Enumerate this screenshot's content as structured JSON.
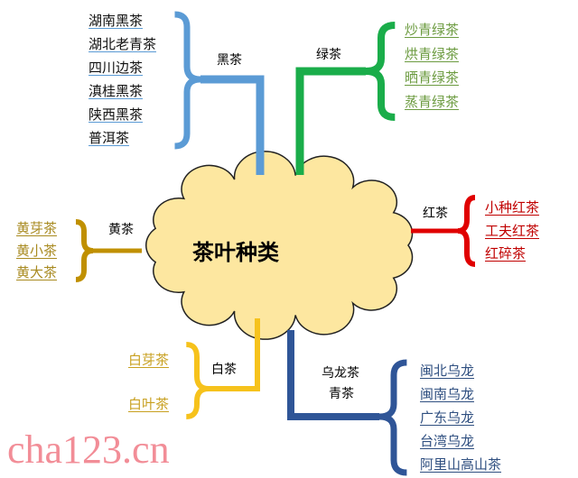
{
  "watermark": "cha123.cn",
  "center": "茶叶种类",
  "groups": {
    "black": {
      "label": "黑茶",
      "color": "#5b9bd5",
      "item_color": "#111111",
      "items": [
        "湖南黑茶",
        "湖北老青茶",
        "四川边茶",
        "滇桂黑茶",
        "陕西黑茶",
        "普洱茶"
      ]
    },
    "green": {
      "label": "绿茶",
      "color": "#1aad4a",
      "item_color": "#6c9b40",
      "items": [
        "炒青绿茶",
        "烘青绿茶",
        "晒青绿茶",
        "蒸青绿茶"
      ]
    },
    "red": {
      "label": "红茶",
      "color": "#e00000",
      "item_color": "#c00000",
      "items": [
        "小种红茶",
        "工夫红茶",
        "红碎茶"
      ]
    },
    "yellow": {
      "label": "黄茶",
      "color": "#c09000",
      "item_color": "#a88a20",
      "items": [
        "黄芽茶",
        "黄小茶",
        "黄大茶"
      ]
    },
    "white": {
      "label": "白茶",
      "color": "#f6c21c",
      "item_color": "#c8a020",
      "items": [
        "白芽茶",
        "白叶茶"
      ]
    },
    "oolong": {
      "label": "乌龙茶",
      "label2": "青茶",
      "color": "#2f5597",
      "item_color": "#2f4f80",
      "items": [
        "闽北乌龙",
        "闽南乌龙",
        "广东乌龙",
        "台湾乌龙",
        "阿里山高山茶"
      ]
    }
  }
}
